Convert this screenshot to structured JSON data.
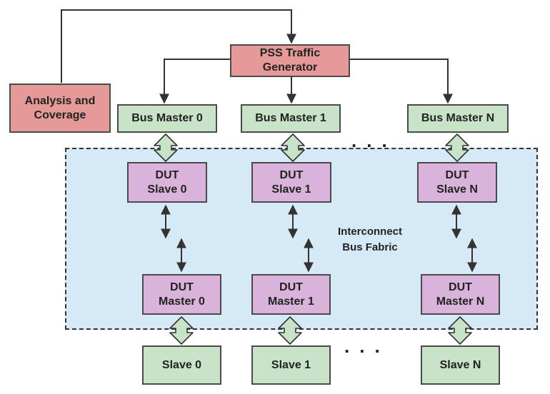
{
  "nodes": {
    "pss_traffic_generator": {
      "line1": "PSS Traffic",
      "line2": "Generator"
    },
    "analysis_and_coverage": {
      "line1": "Analysis and",
      "line2": "Coverage"
    },
    "bus_master_0": {
      "label": "Bus Master 0"
    },
    "bus_master_1": {
      "label": "Bus Master 1"
    },
    "bus_master_n": {
      "label": "Bus Master N"
    },
    "dut_slave_0": {
      "line1": "DUT",
      "line2": "Slave 0"
    },
    "dut_slave_1": {
      "line1": "DUT",
      "line2": "Slave 1"
    },
    "dut_slave_n": {
      "line1": "DUT",
      "line2": "Slave N"
    },
    "dut_master_0": {
      "line1": "DUT",
      "line2": "Master 0"
    },
    "dut_master_1": {
      "line1": "DUT",
      "line2": "Master 1"
    },
    "dut_master_n": {
      "line1": "DUT",
      "line2": "Master N"
    },
    "slave_0": {
      "label": "Slave 0"
    },
    "slave_1": {
      "label": "Slave 1"
    },
    "slave_n": {
      "label": "Slave N"
    }
  },
  "fabric": {
    "line1": "Interconnect",
    "line2": "Bus Fabric"
  },
  "ellipsis_top": "...",
  "ellipsis_bottom": "...",
  "colors": {
    "generator_fill": "#e59a98",
    "master_slave_fill": "#c8e3c8",
    "dut_fill": "#dab3da",
    "fabric_fill": "#d6e9f6",
    "line": "#333333"
  }
}
